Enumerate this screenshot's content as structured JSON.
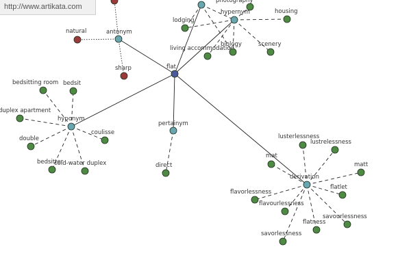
{
  "banner": {
    "url": "http://www.artikata.com"
  },
  "colors": {
    "center": "#4a5a9a",
    "relation": "#6aa6b0",
    "synonym_green": "#4f8a45",
    "antonym_red": "#9a3a3a",
    "edge": "#222222"
  },
  "nodes": {
    "flat": {
      "label": "flat",
      "kind": "center"
    },
    "antonym": {
      "label": "antonym",
      "kind": "relation"
    },
    "hypernym": {
      "label": "hypernym",
      "kind": "relation"
    },
    "hyponym": {
      "label": "hyponym",
      "kind": "relation"
    },
    "pertainym": {
      "label": "pertainym",
      "kind": "relation"
    },
    "derivation": {
      "label": "derivation",
      "kind": "relation"
    },
    "topnode": {
      "label": "",
      "kind": "relation"
    },
    "natural": {
      "label": "natural",
      "kind": "antonym"
    },
    "sharp": {
      "label": "sharp",
      "kind": "antonym"
    },
    "topred": {
      "label": "",
      "kind": "antonym"
    },
    "lodging": {
      "label": "lodging",
      "kind": "term"
    },
    "housing": {
      "label": "housing",
      "kind": "term"
    },
    "living_accommodation": {
      "label": "living accommodation",
      "kind": "term"
    },
    "biology": {
      "label": "biology",
      "kind": "term"
    },
    "scenery": {
      "label": "scenery",
      "kind": "term"
    },
    "photography": {
      "label": "photography",
      "kind": "term"
    },
    "bedsitting_room": {
      "label": "bedsitting room",
      "kind": "term"
    },
    "bedsit": {
      "label": "bedsit",
      "kind": "term"
    },
    "duplex_apartment": {
      "label": "duplex apartment",
      "kind": "term"
    },
    "double": {
      "label": "double",
      "kind": "term"
    },
    "bedsitter": {
      "label": "bedsitter",
      "kind": "term"
    },
    "cold_water_duplex": {
      "label": "cold-water duplex",
      "kind": "term"
    },
    "coulisse": {
      "label": "coulisse",
      "kind": "term"
    },
    "direct": {
      "label": "direct",
      "kind": "term"
    },
    "lusterlessness": {
      "label": "lusterlessness",
      "kind": "term"
    },
    "lustrelessness": {
      "label": "lustrelessness",
      "kind": "term"
    },
    "mat": {
      "label": "mat",
      "kind": "term"
    },
    "matt": {
      "label": "matt",
      "kind": "term"
    },
    "flatlet": {
      "label": "flatlet",
      "kind": "term"
    },
    "flavorlessness": {
      "label": "flavorlessness",
      "kind": "term"
    },
    "flavourlessness": {
      "label": "flavourlessness",
      "kind": "term"
    },
    "savourlessness": {
      "label": "savourlessness",
      "kind": "term"
    },
    "flatness": {
      "label": "flatness",
      "kind": "term"
    },
    "savorlessness": {
      "label": "savorlessness",
      "kind": "term"
    }
  },
  "edges": {
    "solid": [
      [
        "flat",
        "antonym"
      ],
      [
        "flat",
        "hypernym"
      ],
      [
        "flat",
        "hyponym"
      ],
      [
        "flat",
        "pertainym"
      ],
      [
        "flat",
        "derivation"
      ],
      [
        "flat",
        "topnode"
      ]
    ],
    "dotted": [
      [
        "antonym",
        "natural"
      ],
      [
        "antonym",
        "sharp"
      ],
      [
        "antonym",
        "topred"
      ]
    ],
    "dashed": [
      [
        "hypernym",
        "lodging"
      ],
      [
        "hypernym",
        "housing"
      ],
      [
        "hypernym",
        "living_accommodation"
      ],
      [
        "hypernym",
        "biology"
      ],
      [
        "hypernym",
        "scenery"
      ],
      [
        "hypernym",
        "photography"
      ],
      [
        "topnode",
        "lodging"
      ],
      [
        "topnode",
        "biology"
      ],
      [
        "topnode",
        "hypernym"
      ],
      [
        "hyponym",
        "bedsitting_room"
      ],
      [
        "hyponym",
        "bedsit"
      ],
      [
        "hyponym",
        "duplex_apartment"
      ],
      [
        "hyponym",
        "double"
      ],
      [
        "hyponym",
        "bedsitter"
      ],
      [
        "hyponym",
        "cold_water_duplex"
      ],
      [
        "hyponym",
        "coulisse"
      ],
      [
        "pertainym",
        "direct"
      ],
      [
        "derivation",
        "lusterlessness"
      ],
      [
        "derivation",
        "lustrelessness"
      ],
      [
        "derivation",
        "mat"
      ],
      [
        "derivation",
        "matt"
      ],
      [
        "derivation",
        "flatlet"
      ],
      [
        "derivation",
        "flavorlessness"
      ],
      [
        "derivation",
        "flavourlessness"
      ],
      [
        "derivation",
        "savourlessness"
      ],
      [
        "derivation",
        "flatness"
      ],
      [
        "derivation",
        "savorlessness"
      ]
    ]
  }
}
